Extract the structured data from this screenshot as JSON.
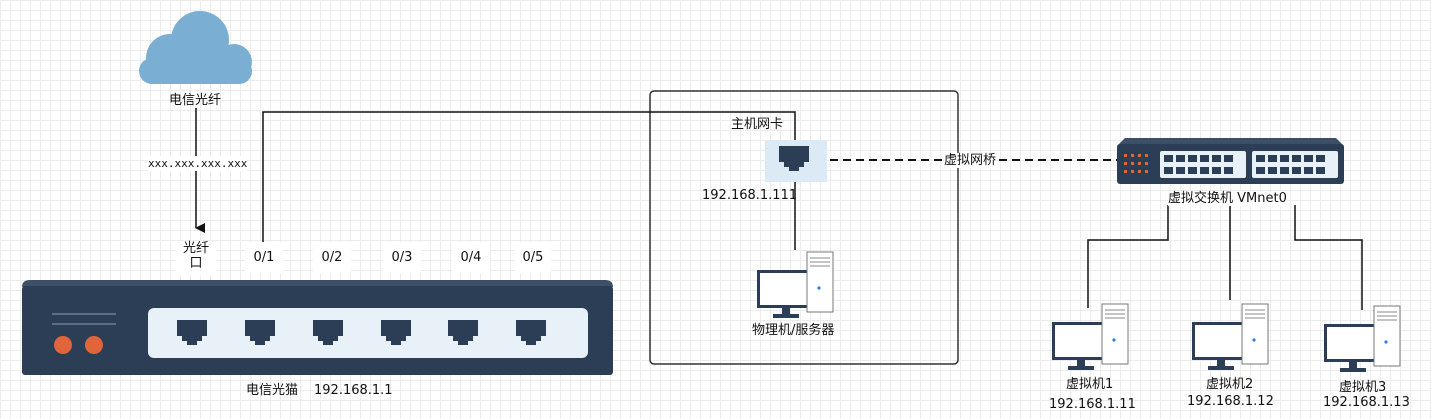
{
  "cloud": {
    "label": "电信光纤"
  },
  "fiber_link": {
    "label": "xxx.xxx.xxx.xxx"
  },
  "modem": {
    "fiber_port_label_line1": "光纤",
    "fiber_port_label_line2": "口",
    "ports": [
      "0/1",
      "0/2",
      "0/3",
      "0/4",
      "0/5"
    ],
    "name": "电信光猫",
    "ip": "192.168.1.1"
  },
  "host": {
    "nic_label": "主机网卡",
    "nic_ip": "192.168.1.111",
    "machine_label": "物理机/服务器"
  },
  "bridge": {
    "label": "虚拟网桥"
  },
  "vswitch": {
    "label": "虚拟交换机 VMnet0"
  },
  "vms": [
    {
      "name": "虚拟机1",
      "ip": "192.168.1.11"
    },
    {
      "name": "虚拟机2",
      "ip": "192.168.1.12"
    },
    {
      "name": "虚拟机3",
      "ip": "192.168.1.13"
    }
  ],
  "colors": {
    "cloud": "#7aaed3",
    "modem_body": "#2c3e55",
    "modem_panel": "#e8f1f8",
    "led": "#e0653a",
    "switch_body": "#2c3e55",
    "nic_bg": "#dbeaf4"
  }
}
